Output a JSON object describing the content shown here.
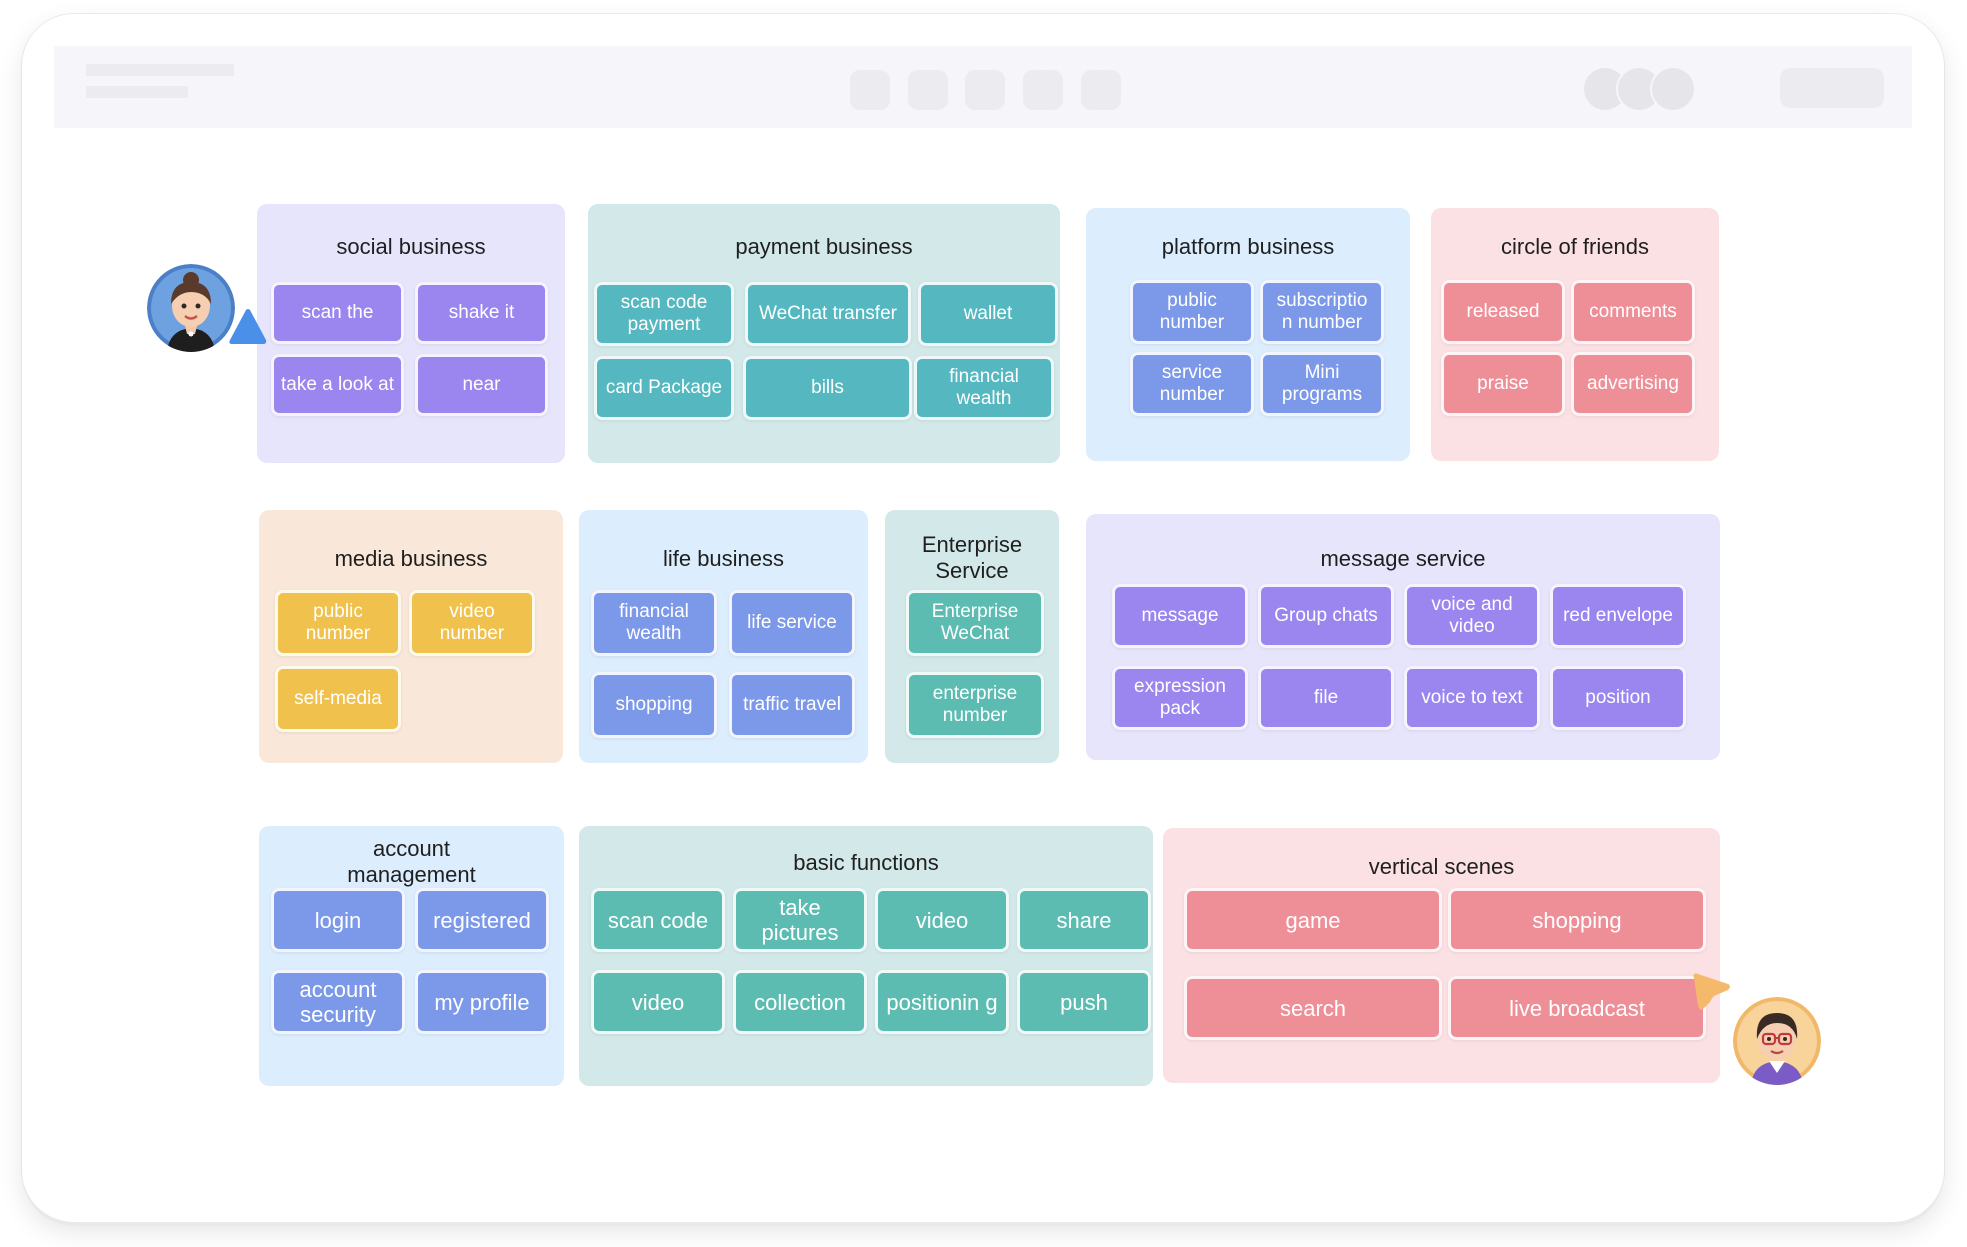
{
  "cards": {
    "social": {
      "title": "social business",
      "tags": [
        "scan the",
        "shake it",
        "take a look at",
        "near"
      ]
    },
    "payment": {
      "title": "payment business",
      "tags": [
        "scan code payment",
        "WeChat transfer",
        "wallet",
        "card Package",
        "bills",
        "financial wealth"
      ]
    },
    "platform": {
      "title": "platform business",
      "tags": [
        "public number",
        "subscriptio n number",
        "service number",
        "Mini programs"
      ]
    },
    "friends": {
      "title": "circle of friends",
      "tags": [
        "released",
        "comments",
        "praise",
        "advertising"
      ]
    },
    "media": {
      "title": "media business",
      "tags": [
        "public number",
        "video number",
        "self-media"
      ]
    },
    "life": {
      "title": "life business",
      "tags": [
        "financial wealth",
        "life service",
        "shopping",
        "traffic travel"
      ]
    },
    "enterprise": {
      "title": "Enterprise Service",
      "tags": [
        "Enterprise WeChat",
        "enterprise number"
      ]
    },
    "message": {
      "title": "message service",
      "tags": [
        "message",
        "Group chats",
        "voice and video",
        "red envelope",
        "expression pack",
        "file",
        "voice to text",
        "position"
      ]
    },
    "account": {
      "title": "account management",
      "tags": [
        "login",
        "registered",
        "account security",
        "my profile"
      ]
    },
    "basic": {
      "title": "basic functions",
      "tags": [
        "scan code",
        "take pictures",
        "video",
        "share",
        "video",
        "collection",
        "positionin g",
        "push"
      ]
    },
    "vertical": {
      "title": "vertical scenes",
      "tags": [
        "game",
        "shopping",
        "search",
        "live broadcast"
      ]
    }
  },
  "icons": {
    "pointer_left": "cursor-arrow-icon",
    "pointer_right": "cursor-arrow-icon",
    "avatar_left": "user-avatar",
    "avatar_right": "user-avatar"
  },
  "colors": {
    "purple_tag": "#9a86ee",
    "teal_tag": "#55b8c0",
    "blue_tag": "#7b98e9",
    "pink_tag": "#ee8f98",
    "yellow_tag": "#f0c24d",
    "pointer_blue": "#4a8fe8",
    "pointer_orange": "#f5b96b"
  }
}
